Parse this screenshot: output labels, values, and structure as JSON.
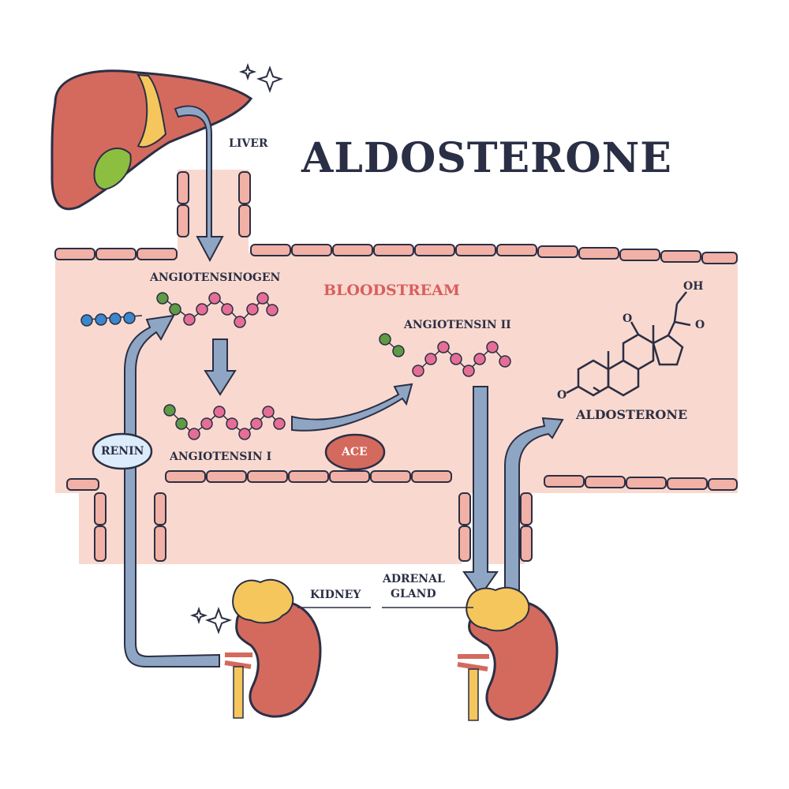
{
  "title": "ALDOSTERONE",
  "labels": {
    "liver": "LIVER",
    "bloodstream": "BLOODSTREAM",
    "angiotensinogen": "ANGIOTENSINOGEN",
    "angiotensin_i": "ANGIOTENSIN I",
    "angiotensin_ii": "ANGIOTENSIN II",
    "aldosterone_molecule": "ALDOSTERONE",
    "renin": "RENIN",
    "ace": "ACE",
    "kidney": "KIDNEY",
    "adrenal_gland_line1": "ADRENAL",
    "adrenal_gland_line2": "GLAND",
    "oh": "OH",
    "o1": "O",
    "o2": "O",
    "o3": "O"
  },
  "stock_id": "902364398",
  "colors": {
    "bloodstream": "#f9d9cf",
    "vessel_wall": "#e79f93",
    "arrow": "#8ea6c3",
    "organ": "#d46a5e",
    "fat": "#f4c65c",
    "bead_pink": "#e66e95",
    "bead_green": "#5f9a45",
    "bead_blue": "#3b86cc",
    "text": "#2b2f45",
    "bloodstream_text": "#d85f5f"
  }
}
